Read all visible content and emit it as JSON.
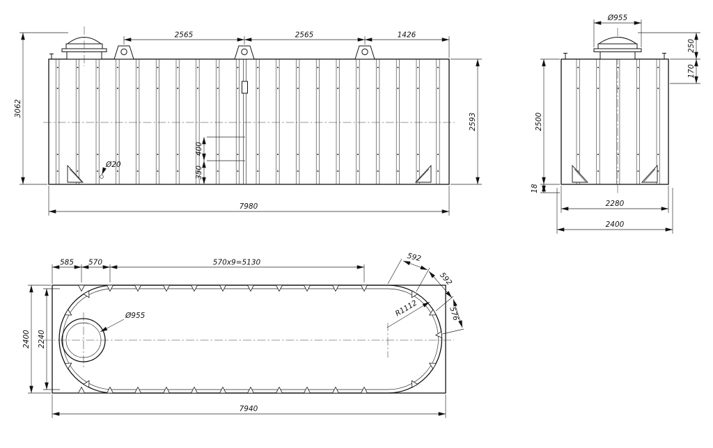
{
  "front_view": {
    "spacing_1": "2565",
    "spacing_2": "2565",
    "spacing_3": "1426",
    "overall_height": "3062",
    "body_height": "2593",
    "overall_length": "7980",
    "hole_diameter": "Ø20",
    "height_400": "400",
    "height_350": "350"
  },
  "end_view": {
    "manhole_diameter": "Ø955",
    "dim_250": "250",
    "dim_170": "170",
    "body_height": "2500",
    "dim_18": "18",
    "base_width": "2280",
    "overall_width": "2400"
  },
  "plan_view": {
    "end_offset": "585",
    "anchor_pitch": "570",
    "anchor_pitch_total": "570x9=5130",
    "arc_chord_1": "592",
    "arc_chord_2": "592",
    "arc_chord_3": "576",
    "end_radius": "R1112",
    "manhole_diameter": "Ø955",
    "overall_width": "2400",
    "inner_width": "2240",
    "overall_length": "7940"
  }
}
